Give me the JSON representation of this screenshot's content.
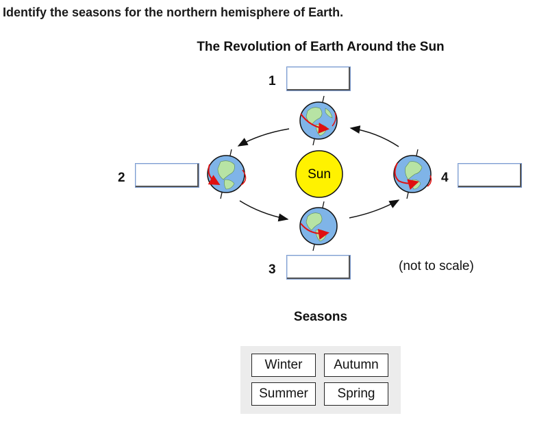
{
  "question": "Identify the seasons for the northern hemisphere of Earth.",
  "diagram": {
    "title": "The Revolution of Earth Around the Sun",
    "sun_label": "Sun",
    "note": "(not to scale)",
    "positions": [
      "1",
      "2",
      "3",
      "4"
    ]
  },
  "seasons": {
    "title": "Seasons",
    "options": [
      "Winter",
      "Autumn",
      "Summer",
      "Spring"
    ]
  },
  "colors": {
    "sun": "#fff200",
    "ocean": "#7fb4e8",
    "land": "#b7e3a4",
    "orbit_arrow": "#e01010",
    "box_border": "#7b9bd1",
    "tray": "#ececec"
  }
}
